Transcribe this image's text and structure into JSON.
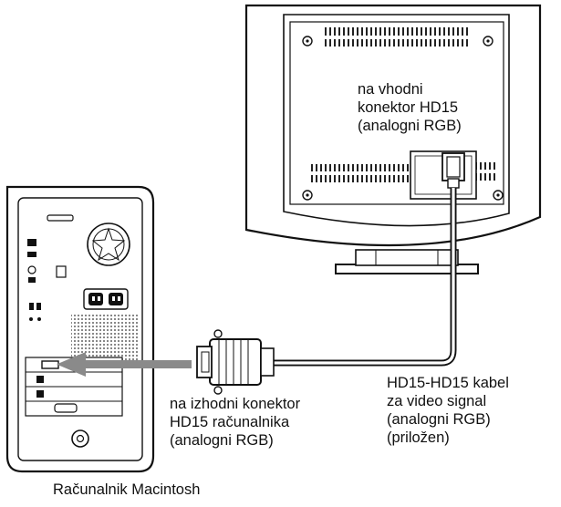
{
  "labels": {
    "monitor_input": [
      "na vhodni",
      "konektor HD15",
      "(analogni RGB)"
    ],
    "computer_output": [
      "na izhodni konektor",
      "HD15 računalnika",
      "(analogni RGB)"
    ],
    "cable": [
      "HD15-HD15 kabel",
      "za video signal",
      "(analogni RGB)",
      "(priložen)"
    ],
    "caption": "Računalnik Macintosh"
  },
  "colors": {
    "ink": "#111111",
    "arrow_gray": "#8a8a8a",
    "paper": "#ffffff"
  }
}
